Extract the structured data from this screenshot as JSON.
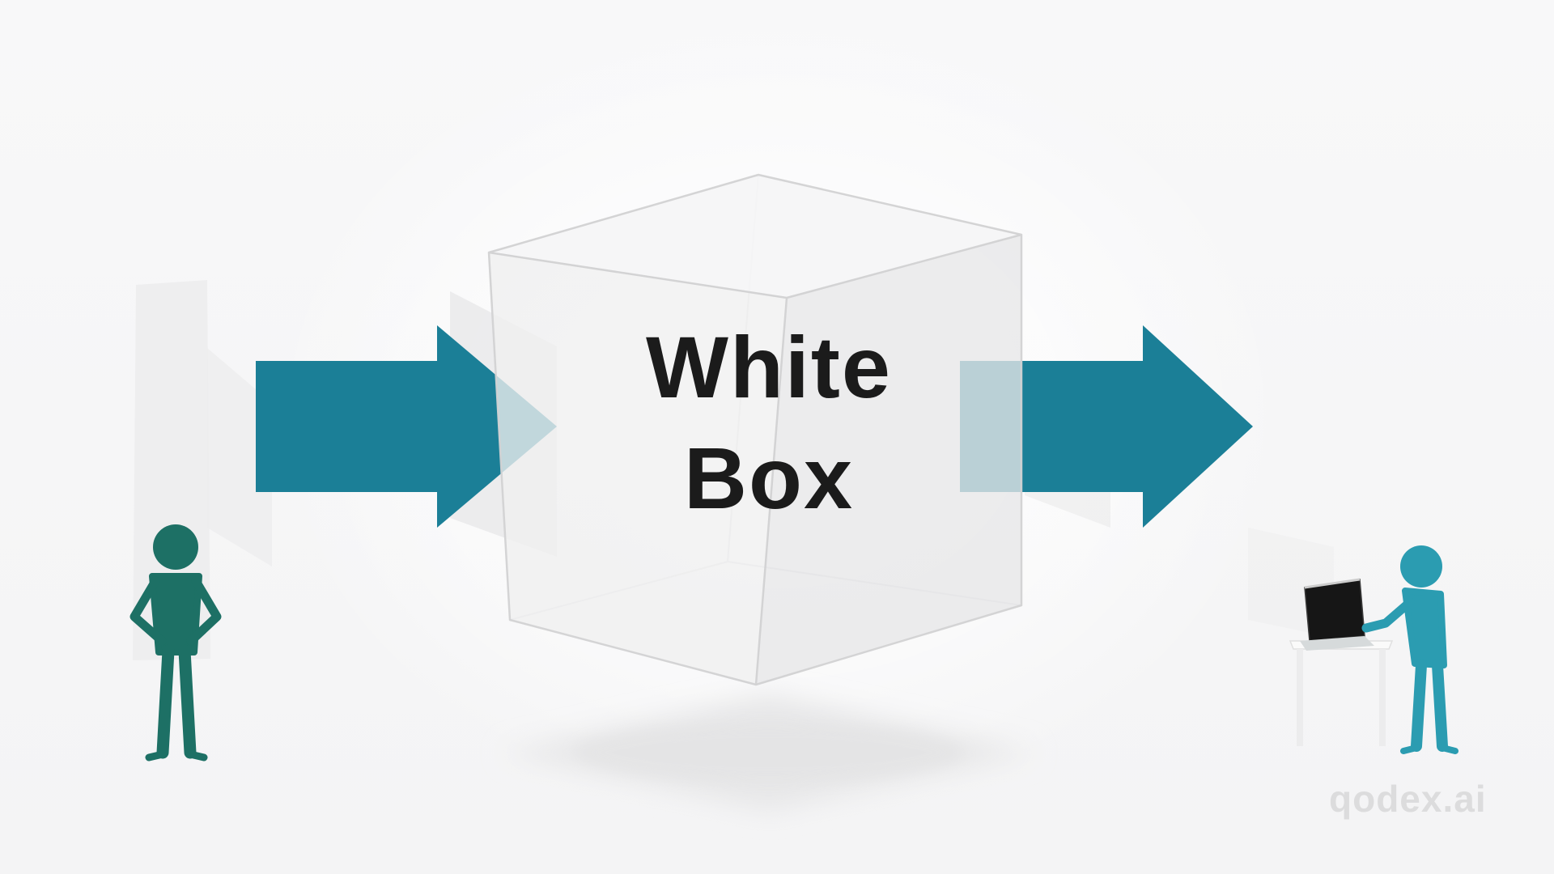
{
  "canvas": {
    "background": "#f6f6f7"
  },
  "cube": {
    "label_line1": "White",
    "label_line2": "Box",
    "label_color": "#1b1b1b",
    "face_top_color": "#f5f5f6",
    "face_left_color": "#efeff0",
    "face_right_color": "#e7e7e8",
    "edge_color": "#d2d2d3"
  },
  "arrows": {
    "color": "#1b7f97"
  },
  "figures": {
    "left_person_color": "#1d7065",
    "right_person_color": "#2b9cb1",
    "desk_color": "#fafafa",
    "desk_leg_color": "#ececed",
    "laptop_screen_color": "#161616",
    "laptop_base_color": "#d6dadb"
  },
  "watermark": {
    "text": "qodex.ai",
    "color": "#dcdcdd"
  }
}
